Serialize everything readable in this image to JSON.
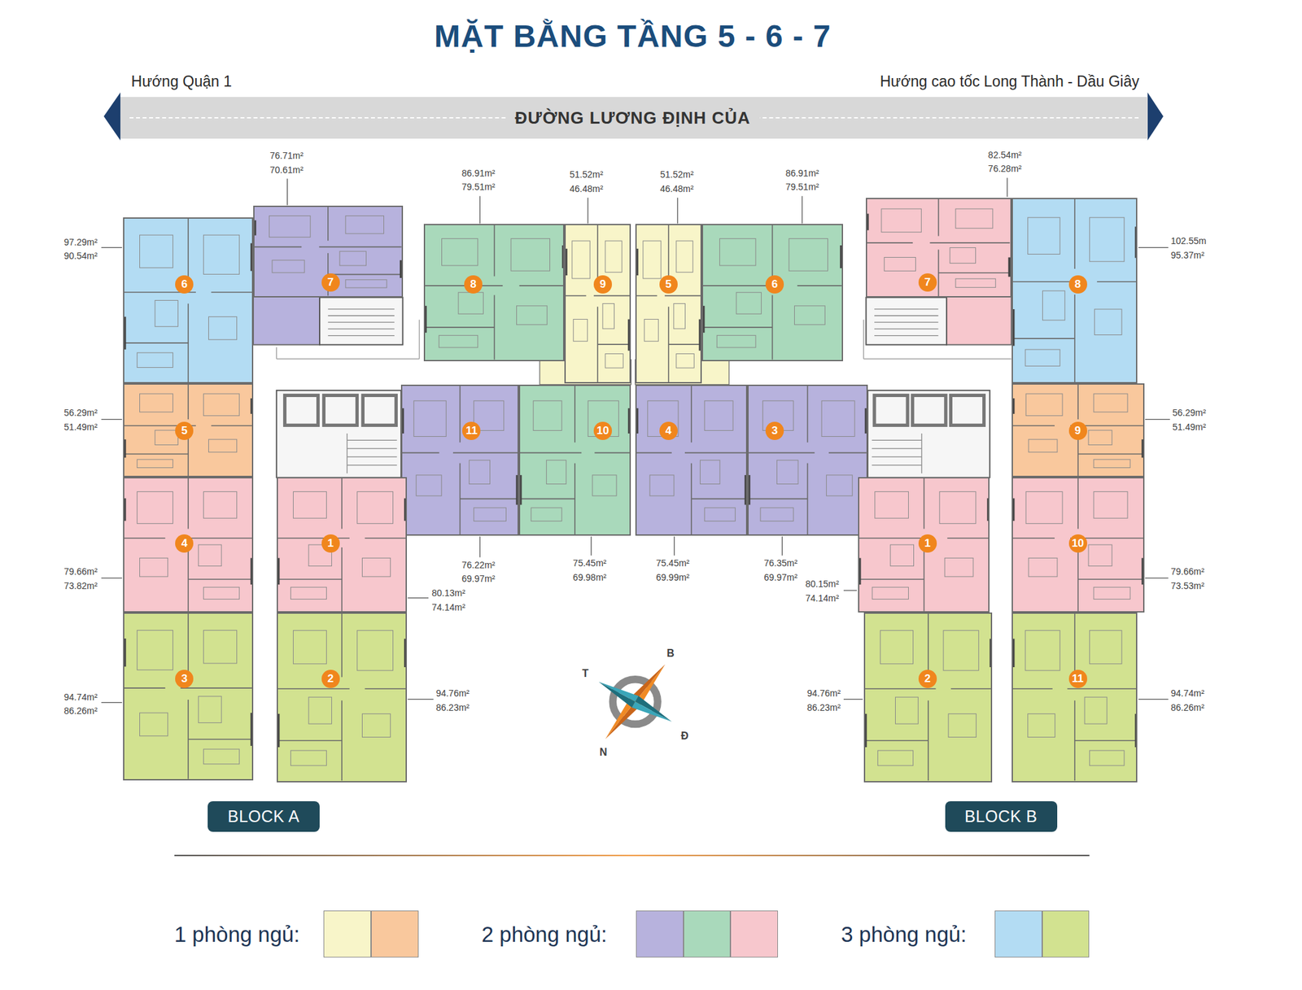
{
  "diagram": {
    "title": "MẶT BẰNG TẦNG 5 - 6 - 7",
    "nodes": [
      {
        "text": [
          "ĐƯỜNG LƯƠNG ĐỊNH CỦA"
        ]
      },
      {
        "text": [
          "6"
        ]
      },
      {
        "text": [
          "7"
        ]
      },
      {
        "text": [
          "8"
        ]
      },
      {
        "text": [
          "9"
        ]
      },
      {
        "text": [
          "5"
        ]
      },
      {
        "text": [
          "11"
        ]
      },
      {
        "text": [
          "10"
        ]
      },
      {
        "text": [
          "4"
        ]
      },
      {
        "text": [
          "1"
        ]
      },
      {
        "text": [
          "3"
        ]
      },
      {
        "text": [
          "2"
        ]
      },
      {
        "text": [
          "5"
        ]
      },
      {
        "text": [
          "6"
        ]
      },
      {
        "text": [
          "7"
        ]
      },
      {
        "text": [
          "8"
        ]
      },
      {
        "text": [
          "4"
        ]
      },
      {
        "text": [
          "3"
        ]
      },
      {
        "text": [
          "9"
        ]
      },
      {
        "text": [
          "1"
        ]
      },
      {
        "text": [
          "10"
        ]
      },
      {
        "text": [
          "2"
        ]
      },
      {
        "text": [
          "11"
        ]
      },
      {
        "text": [
          "BLOCK A"
        ]
      },
      {
        "text": [
          "BLOCK B"
        ]
      }
    ],
    "labels": [
      "Hướng Quận 1",
      "Hướng cao tốc Long Thành - Dầu Giây",
      "76.71m²",
      "70.61m²",
      "86.91m²",
      "79.51m²",
      "51.52m²",
      "46.48m²",
      "51.52m²",
      "46.48m²",
      "86.91m²",
      "79.51m²",
      "82.54m²",
      "76.28m²",
      "97.29m²",
      "90.54m²",
      "102.55m",
      "95.37m²",
      "56.29m²",
      "51.49m²",
      "56.29m²",
      "51.49m²",
      "76.22m²",
      "69.97m²",
      "75.45m²",
      "69.98m²",
      "75.45m²",
      "69.99m²",
      "76.35m²",
      "69.97m²",
      "79.66m²",
      "73.82m²",
      "79.66m²",
      "73.53m²",
      "80.13m²",
      "74.14m²",
      "80.15m²",
      "74.14m²",
      "94.74m²",
      "86.26m²",
      "94.76m²",
      "86.23m²",
      "94.76m²",
      "86.23m²",
      "94.74m²",
      "86.26m²",
      "B",
      "T",
      "Đ",
      "N"
    ],
    "legend": [
      {
        "text": "1 phòng ngủ:",
        "color": "#f8f5c9"
      },
      {
        "text": "2 phòng ngủ:",
        "color": "#b7b2dd"
      },
      {
        "text": "3 phòng ngủ:",
        "color": "#b3dcf3"
      }
    ]
  }
}
